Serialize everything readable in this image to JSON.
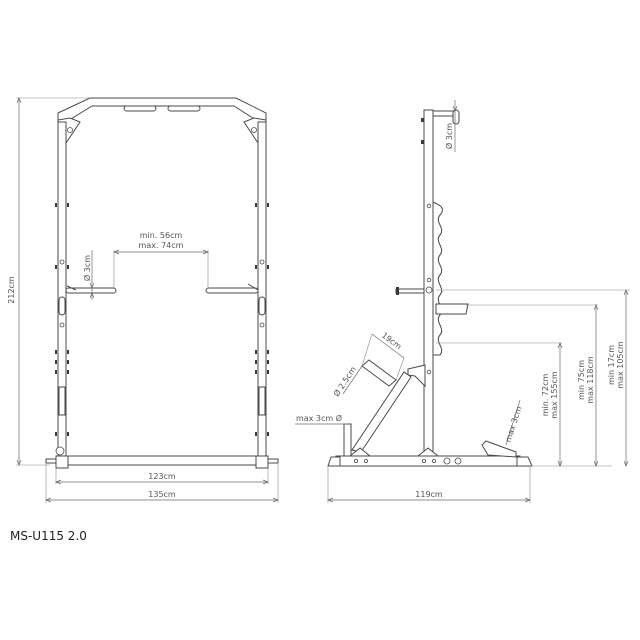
{
  "product": {
    "model": "MS-U115 2.0"
  },
  "front_view": {
    "height_label": "212cm",
    "inner_width_label": "123cm",
    "outer_width_label": "135cm",
    "bar_diameter_label": "Ø 3cm",
    "safety_spacing_min": "min. 56cm",
    "safety_spacing_max": "max. 74cm"
  },
  "side_view": {
    "depth_label": "119cm",
    "pullup_bar_diameter": "Ø 3cm",
    "storage_peg_length": "19cm",
    "storage_peg_diameter": "Ø 2.5cm",
    "landmine_diameter": "max 3cm Ø",
    "footrest_clearance": "max 3cm",
    "jhook_height_min": "min. 72cm",
    "jhook_height_max": "max 155cm",
    "dip_height_min": "min 75cm",
    "dip_height_max": "max 118cm",
    "safety_height_min": "min 17cm",
    "safety_height_max": "max 105cm"
  },
  "colors": {
    "line": "#4a4a4a",
    "dimension": "#6a6a6a",
    "text": "#555555",
    "background": "#ffffff"
  }
}
